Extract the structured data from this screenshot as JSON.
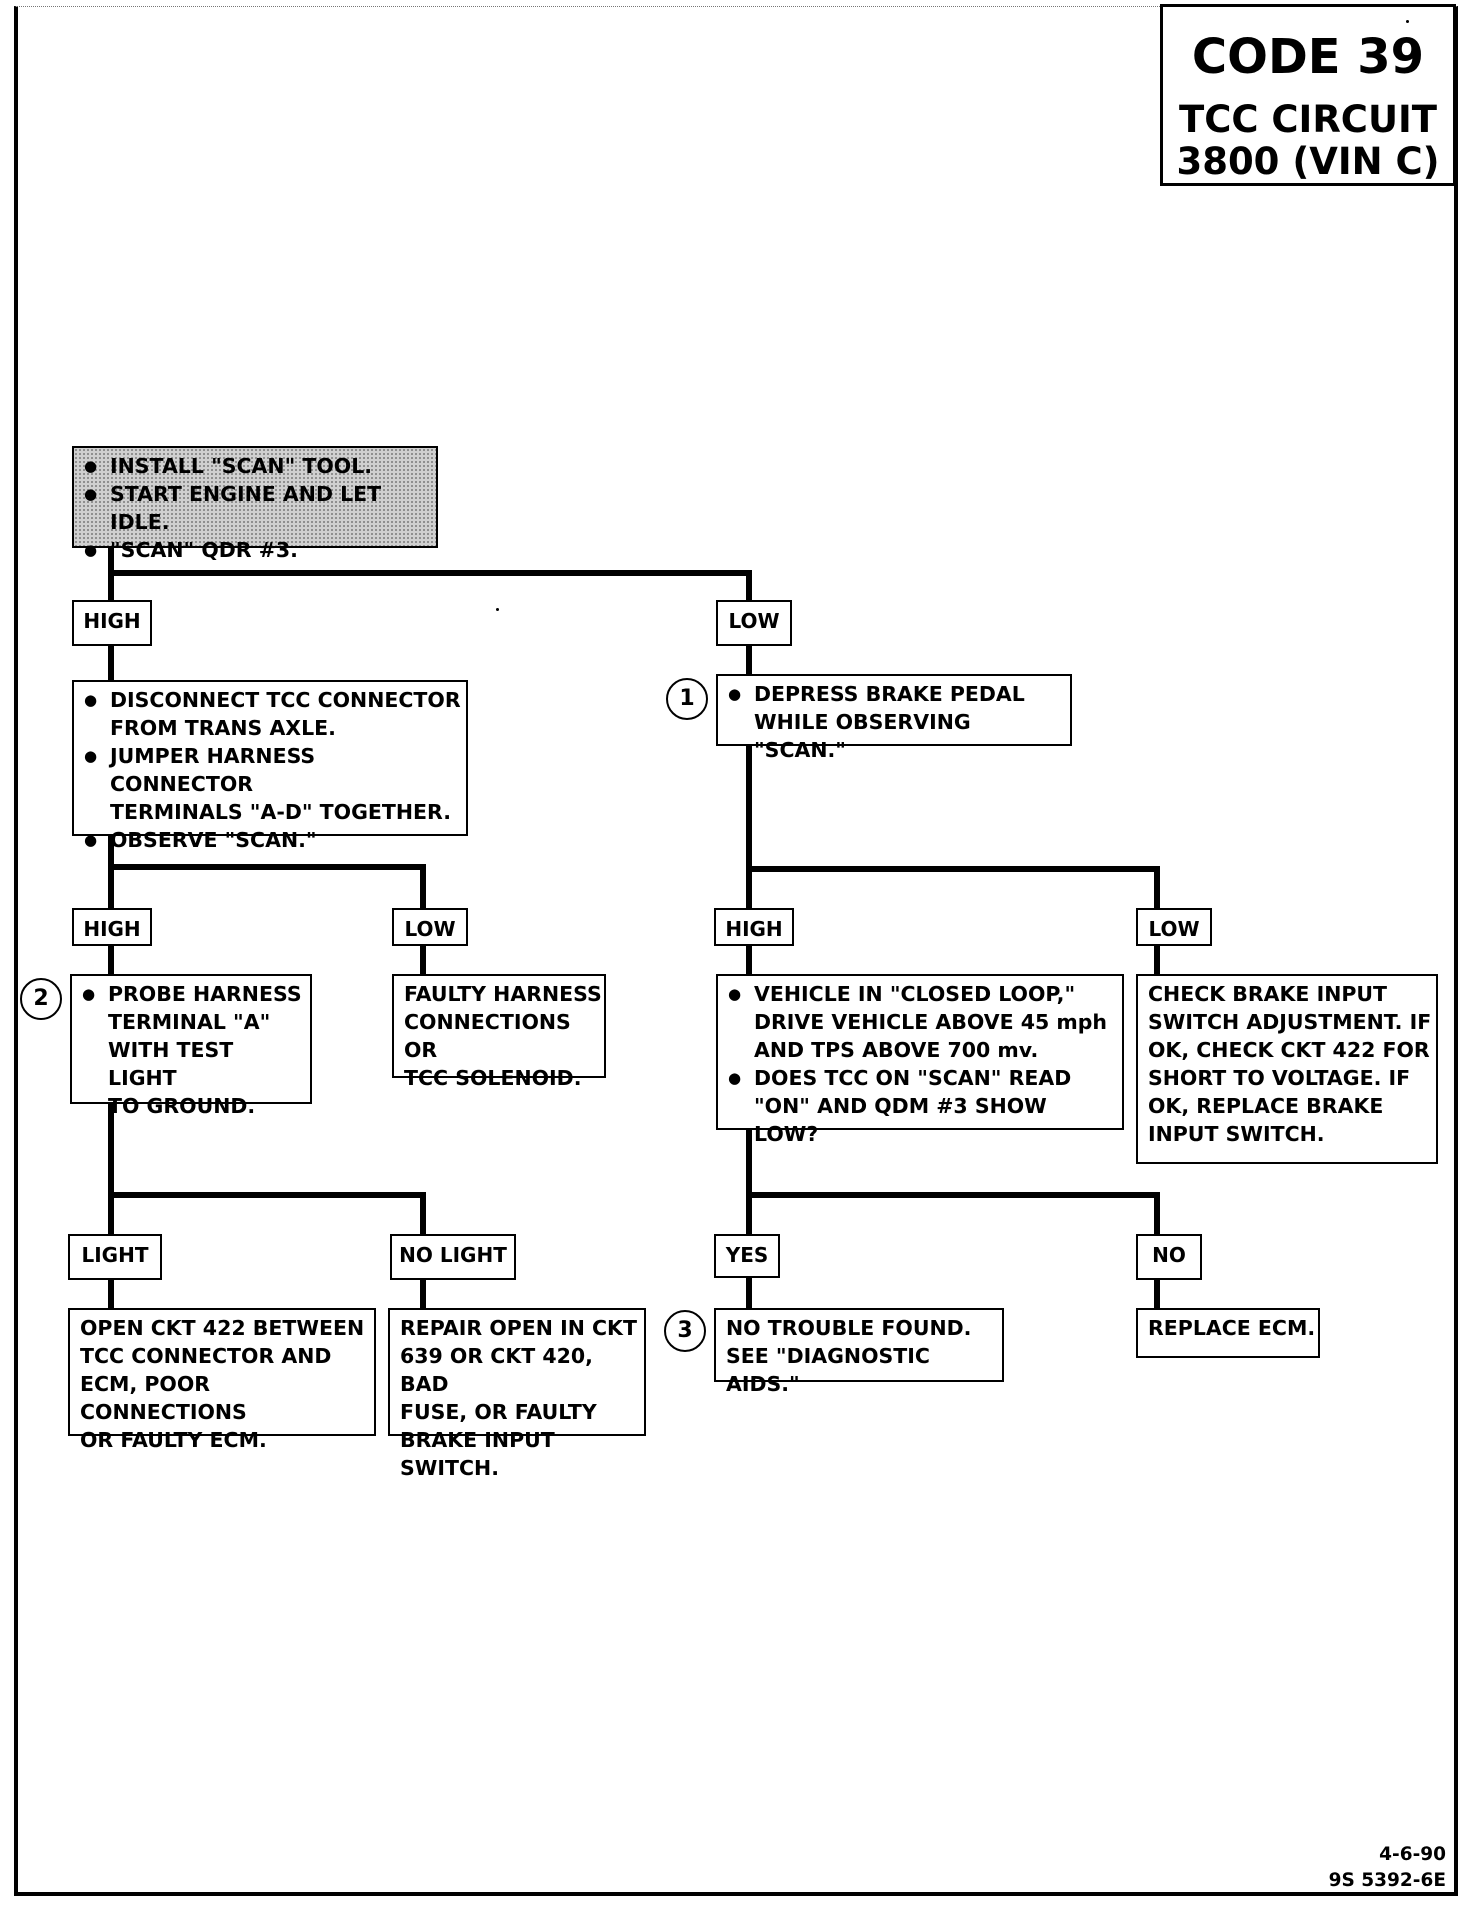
{
  "title": {
    "code": "CODE 39",
    "line1": "TCC CIRCUIT",
    "line2": "3800  (VIN C)"
  },
  "start_box": {
    "items": [
      "INSTALL \"SCAN\" TOOL.",
      "START ENGINE AND LET IDLE.",
      "\"SCAN\" QDR #3."
    ]
  },
  "high1": {
    "label": "HIGH"
  },
  "low1": {
    "label": "LOW"
  },
  "disconnect_box": {
    "items": [
      [
        "DISCONNECT TCC CONNECTOR",
        "FROM TRANS AXLE."
      ],
      [
        "JUMPER HARNESS CONNECTOR",
        "TERMINALS \"A-D\" TOGETHER."
      ],
      [
        "OBSERVE \"SCAN.\""
      ]
    ]
  },
  "brake_box": {
    "note": "1",
    "items": [
      [
        "DEPRESS BRAKE PEDAL",
        "WHILE OBSERVING \"SCAN.\""
      ]
    ]
  },
  "high2": {
    "label": "HIGH"
  },
  "low2": {
    "label": "LOW"
  },
  "probe_box": {
    "note": "2",
    "items": [
      [
        "PROBE HARNESS",
        "TERMINAL \"A\"",
        "WITH TEST LIGHT",
        "TO GROUND."
      ]
    ]
  },
  "faulty_box": {
    "lines": [
      "FAULTY HARNESS",
      "CONNECTIONS OR",
      "TCC SOLENOID."
    ]
  },
  "high3": {
    "label": "HIGH"
  },
  "low3": {
    "label": "LOW"
  },
  "vehicle_box": {
    "items": [
      [
        "VEHICLE IN \"CLOSED LOOP,\"",
        "DRIVE VEHICLE ABOVE 45 mph",
        "AND TPS ABOVE 700 mv."
      ],
      [
        "DOES TCC ON \"SCAN\" READ",
        "\"ON\" AND QDM #3 SHOW LOW?"
      ]
    ]
  },
  "check_box": {
    "lines": [
      "CHECK BRAKE INPUT",
      "SWITCH ADJUSTMENT.  IF",
      "OK, CHECK CKT 422 FOR",
      "SHORT TO VOLTAGE.  IF",
      "OK, REPLACE BRAKE",
      "INPUT SWITCH."
    ]
  },
  "light": {
    "label": "LIGHT"
  },
  "nolight": {
    "label": "NO LIGHT"
  },
  "yes": {
    "label": "YES"
  },
  "no": {
    "label": "NO"
  },
  "open_box": {
    "lines": [
      "OPEN CKT 422 BETWEEN",
      "TCC CONNECTOR AND",
      "ECM, POOR CONNECTIONS",
      "OR FAULTY ECM."
    ]
  },
  "repair_box": {
    "lines": [
      "REPAIR OPEN IN CKT",
      "639 OR CKT 420, BAD",
      "FUSE, OR FAULTY",
      "BRAKE INPUT SWITCH."
    ]
  },
  "notrouble_box": {
    "note": "3",
    "lines": [
      "NO TROUBLE FOUND.",
      "SEE \"DIAGNOSTIC AIDS.\""
    ]
  },
  "replace_box": {
    "lines": [
      "REPLACE ECM."
    ]
  },
  "footer": {
    "date": "4-6-90",
    "ref": "9S 5392-6E"
  }
}
